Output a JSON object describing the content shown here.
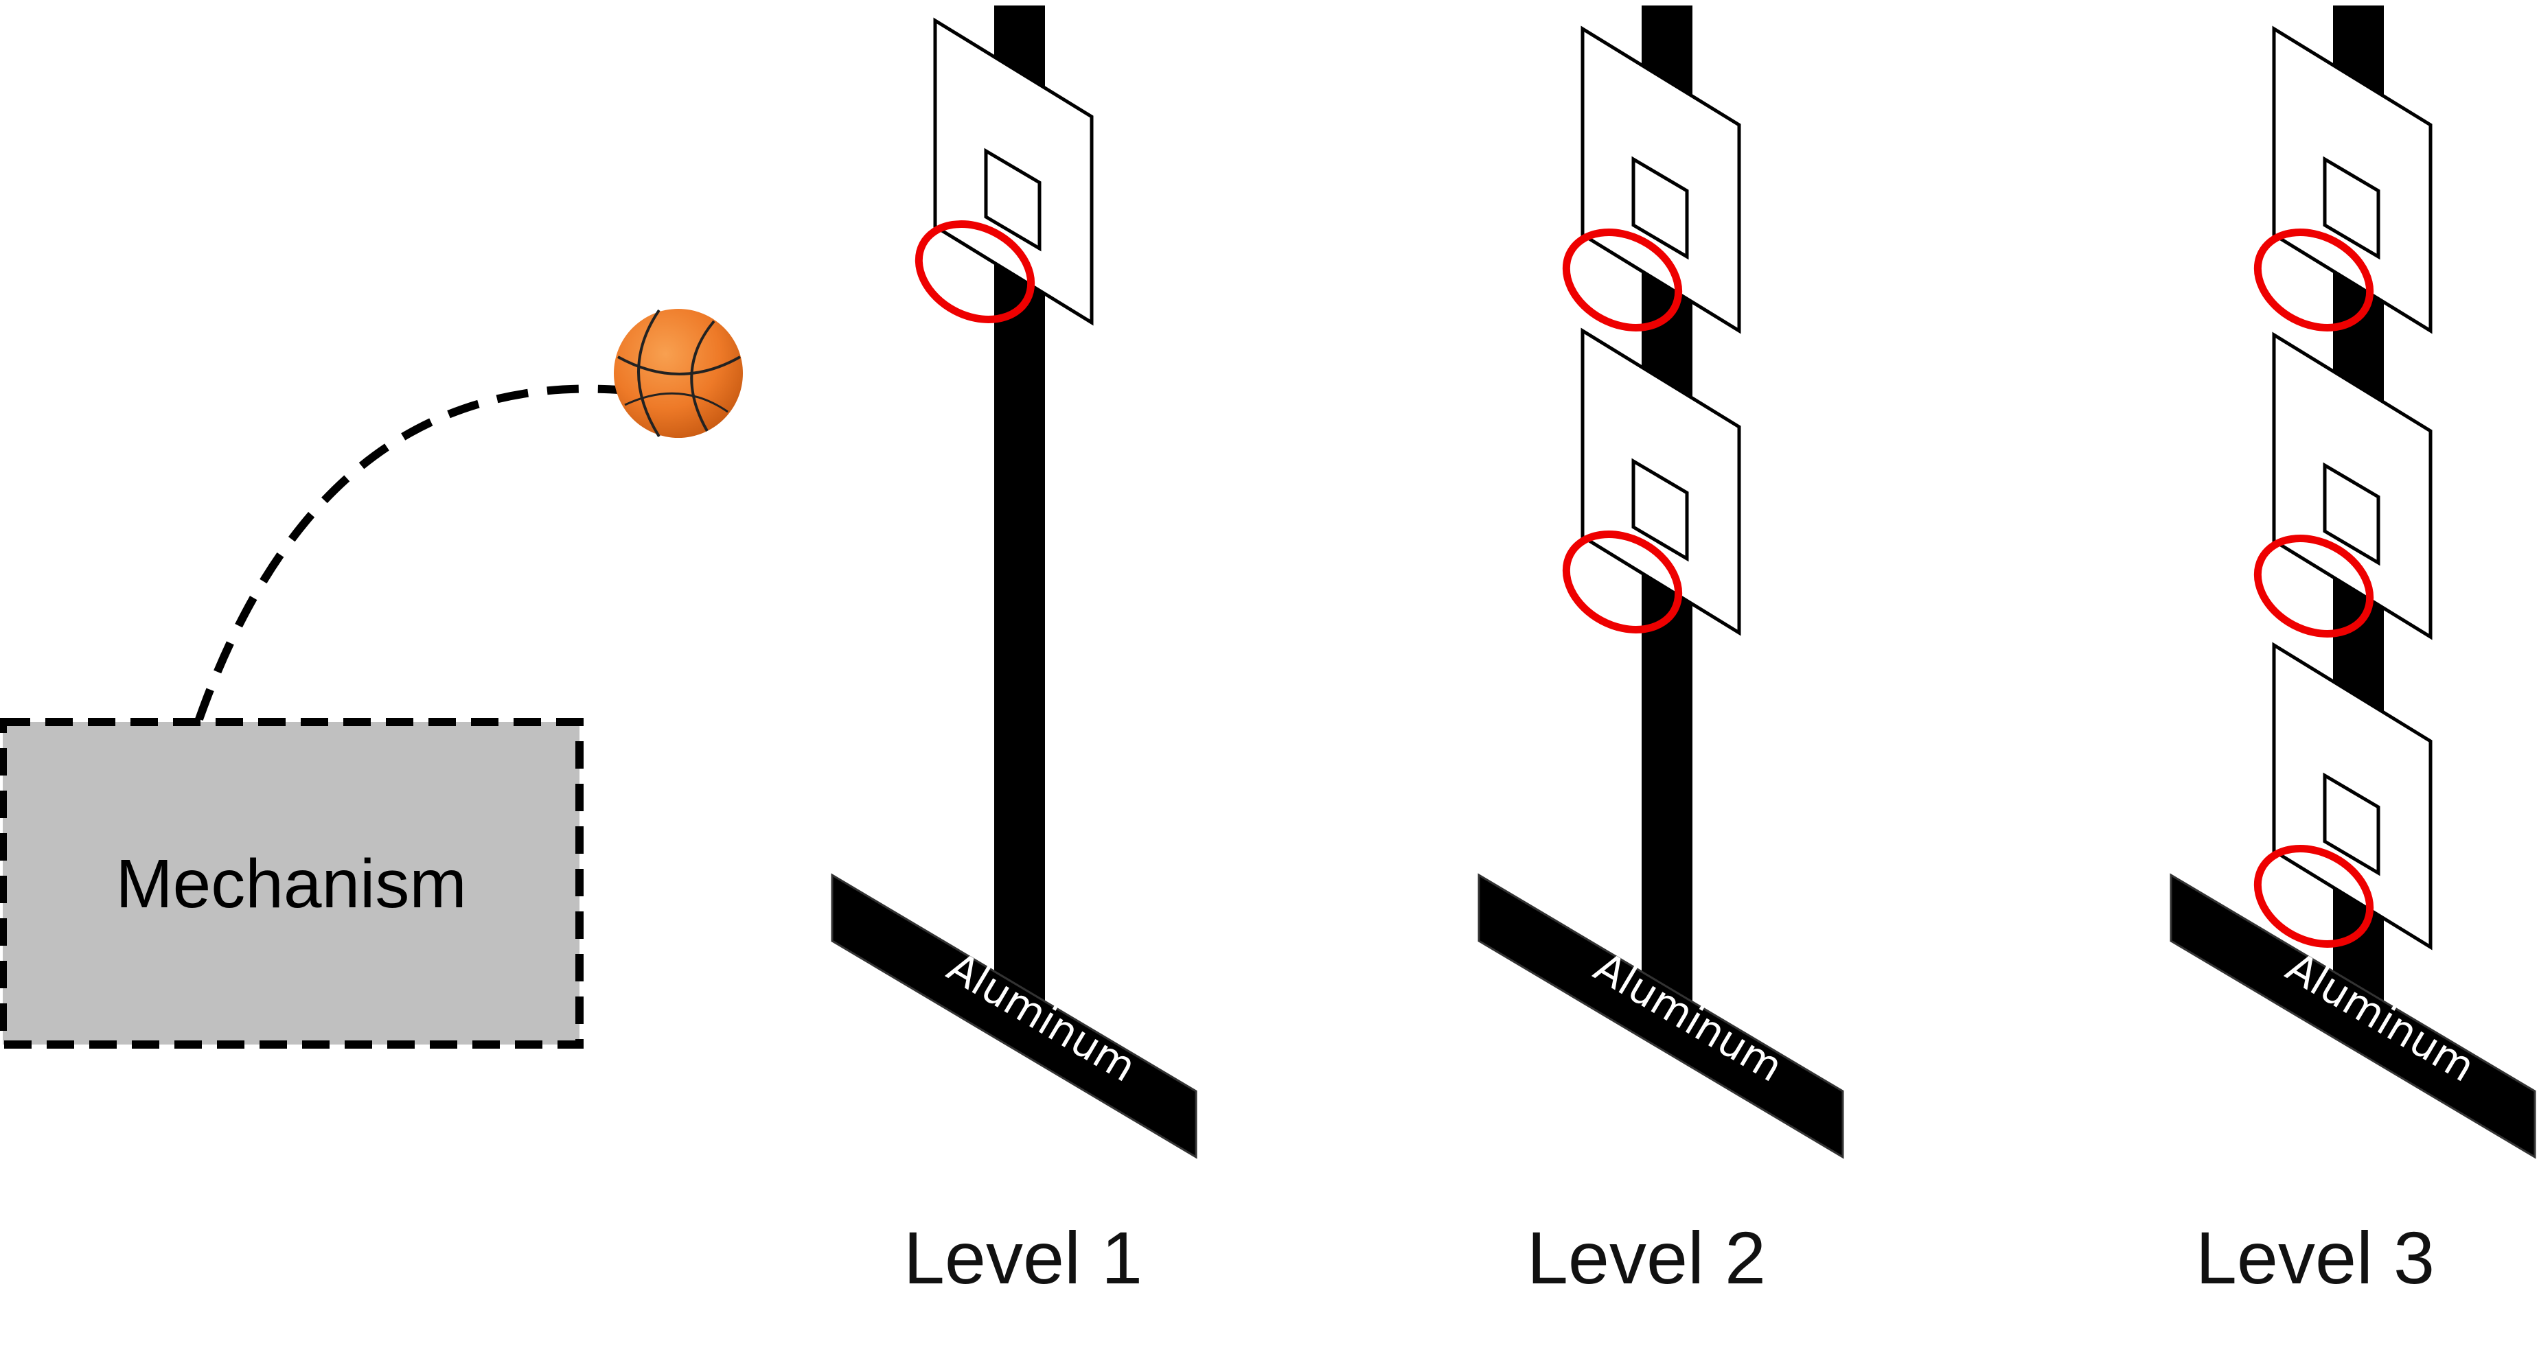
{
  "mechanism": {
    "label": "Mechanism"
  },
  "levels": [
    {
      "label": "Level 1",
      "hoops": 1,
      "base_label": "Aluminum"
    },
    {
      "label": "Level 2",
      "hoops": 2,
      "base_label": "Aluminum"
    },
    {
      "label": "Level 3",
      "hoops": 3,
      "base_label": "Aluminum"
    }
  ],
  "colors": {
    "mechanism_fill": "#c0c0c0",
    "pole": "#000000",
    "rim": "#ee0000",
    "ball": "#f07a2a",
    "board": "#ffffff"
  },
  "icons": {
    "ball": "basketball-icon"
  }
}
